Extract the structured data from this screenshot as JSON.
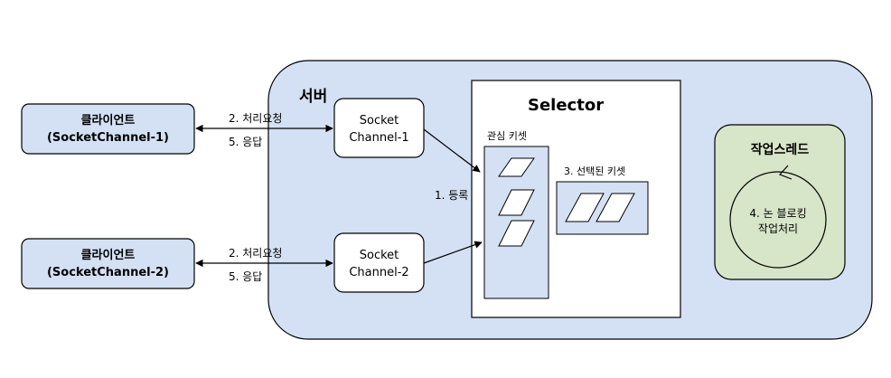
{
  "server": {
    "label": "서버"
  },
  "clients": [
    {
      "line1": "클라이언트",
      "line2": "(SocketChannel-1)"
    },
    {
      "line1": "클라이언트",
      "line2": "(SocketChannel-2)"
    }
  ],
  "channels": [
    {
      "line1": "Socket",
      "line2": "Channel-1"
    },
    {
      "line1": "Socket",
      "line2": "Channel-2"
    }
  ],
  "links": [
    {
      "request": "2. 처리요청",
      "response": "5. 응답"
    },
    {
      "request": "2. 처리요청",
      "response": "5. 응답"
    }
  ],
  "register_label": "1. 등록",
  "selector": {
    "title": "Selector",
    "interest_keys": "관심 키셋",
    "selected_keys": "3. 선택된 키셋"
  },
  "worker": {
    "title": "작업스레드",
    "task_line1": "4. 논 블로킹",
    "task_line2": "작업처리"
  },
  "colors": {
    "server_bg": "#d4e1f4",
    "client_bg": "#d4e1f4",
    "keyset_bg": "#d4e1f4",
    "worker_bg": "#d7e5c8",
    "stroke": "#000000"
  }
}
